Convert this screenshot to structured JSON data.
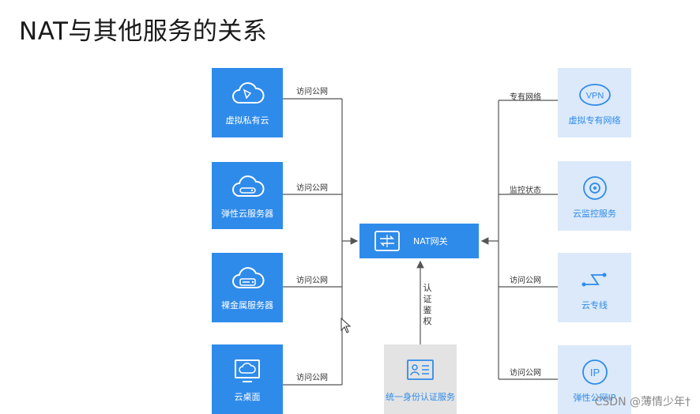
{
  "title": "NAT与其他服务的关系",
  "gateway": {
    "label": "NAT网关",
    "icon": "nat-gateway-icon"
  },
  "left_services": [
    {
      "label": "虚拟私有云",
      "icon": "cloud-icon",
      "edge": "访问公网"
    },
    {
      "label": "弹性云服务器",
      "icon": "cloud-server-icon",
      "edge": "访问公网"
    },
    {
      "label": "裸金属服务器",
      "icon": "bare-metal-server-icon",
      "edge": "访问公网"
    },
    {
      "label": "云桌面",
      "icon": "cloud-desktop-icon",
      "edge": "访问公网"
    }
  ],
  "right_services": [
    {
      "label": "虚拟专有网络",
      "icon": "vpn-icon",
      "edge": "专有网络"
    },
    {
      "label": "云监控服务",
      "icon": "monitor-eye-icon",
      "edge": "监控状态"
    },
    {
      "label": "云专线",
      "icon": "direct-connect-icon",
      "edge": "访问公网"
    },
    {
      "label": "弹性公网IP",
      "icon": "ip-icon",
      "edge": "访问公网"
    }
  ],
  "auth_service": {
    "label": "统一身份认证服务",
    "icon": "id-card-icon",
    "edge": "认证鉴权"
  },
  "watermark": "CSDN @薄情少年†",
  "colors": {
    "blue": "#2f8bea",
    "light_blue": "#dbe9fa",
    "grey": "#e3e3e3",
    "line": "#555555"
  }
}
